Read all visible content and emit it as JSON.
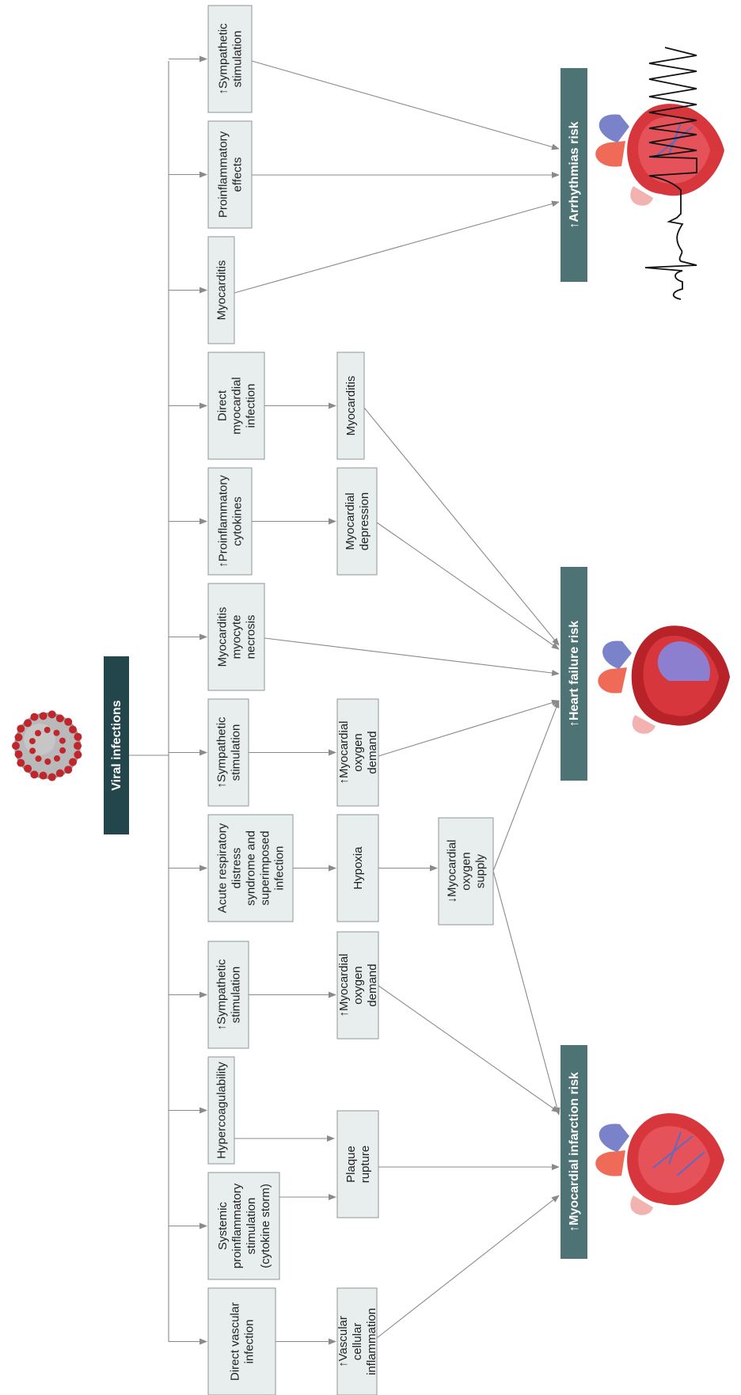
{
  "root": {
    "label": "Viral infections"
  },
  "mechanisms": [
    {
      "lines": [
        "Direct vascular",
        "infection"
      ]
    },
    {
      "lines": [
        "Systemic",
        "proinflammatory",
        "stimulation",
        "(cytokine storm)"
      ]
    },
    {
      "lines": [
        "Hypercoagulability"
      ]
    },
    {
      "lines": [
        "↑Sympathetic",
        "stimulation"
      ]
    },
    {
      "lines": [
        "Acute respiratory",
        "distress",
        "syndrome and",
        "superimposed",
        "infection"
      ]
    },
    {
      "lines": [
        "↑Sympathetic",
        "stimulation"
      ]
    },
    {
      "lines": [
        "Myocarditis",
        "myocyte",
        "necrosis"
      ]
    },
    {
      "lines": [
        "↑Proinflammatory",
        "cytokines"
      ]
    },
    {
      "lines": [
        "Direct",
        "myocardial",
        "infection"
      ]
    },
    {
      "lines": [
        "Myocarditis"
      ]
    },
    {
      "lines": [
        "Proinflammatory",
        "effects"
      ]
    },
    {
      "lines": [
        "↑Sympathetic",
        "stimulation"
      ]
    }
  ],
  "intermediates": [
    {
      "lines": [
        "↑Vascular",
        "cellular",
        "inflammation"
      ]
    },
    {
      "lines": [
        "Plaque",
        "rupture"
      ]
    },
    {
      "lines": [
        "↑Myocardial",
        "oxygen",
        "demand"
      ]
    },
    {
      "lines": [
        "Hypoxia"
      ]
    },
    {
      "lines": [
        "↓Myocardial",
        "oxygen",
        "supply"
      ]
    },
    {
      "lines": [
        "↑Myocardial",
        "oxygen",
        "demand"
      ]
    },
    {
      "lines": [
        "Myocardial",
        "depression"
      ]
    },
    {
      "lines": [
        "Myocarditis"
      ]
    }
  ],
  "outcomes": [
    {
      "label": "↑Myocardial infarction risk"
    },
    {
      "label": "↑Heart failure risk"
    },
    {
      "label": "↑Arrhythmias risk"
    }
  ],
  "icons": [
    "coronavirus-icon",
    "heart-infarction-icon",
    "heart-failure-icon",
    "heart-arrhythmia-icon",
    "ecg-trace-icon"
  ],
  "colors": {
    "root": "#23464d",
    "outcome": "#4e7375",
    "box": "#e8eeed",
    "line": "#8a8a8a"
  }
}
